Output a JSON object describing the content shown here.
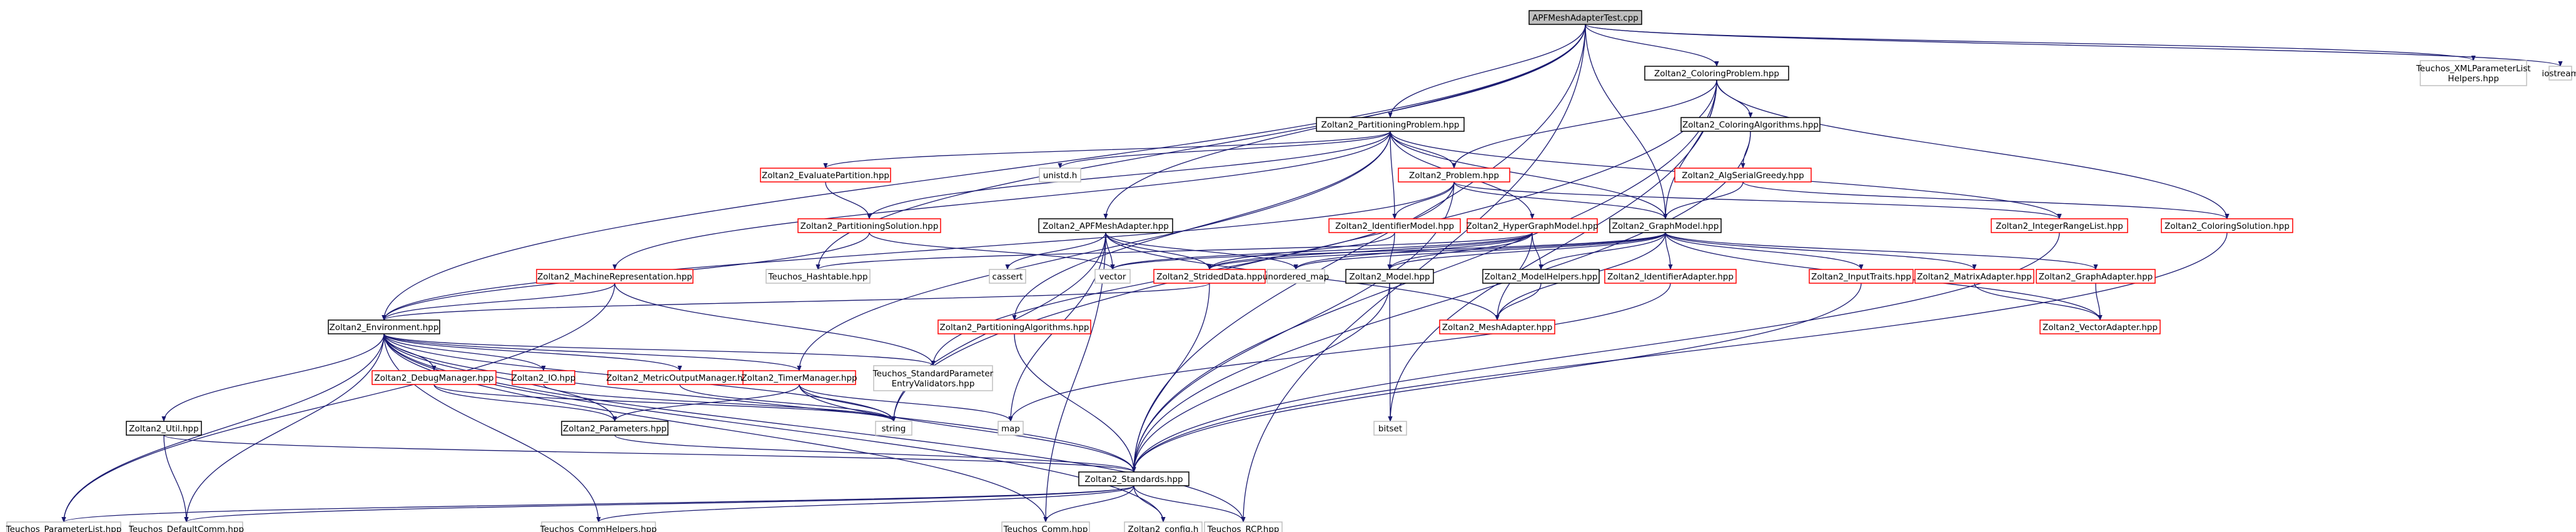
{
  "colors": {
    "edge": "#191970",
    "border_default": "#000000",
    "border_red": "#ff0000",
    "border_grey": "#bfbfbf",
    "fill_default": "#ffffff",
    "fill_root": "#bfbfbf"
  },
  "nodes": [
    {
      "id": "root",
      "label": "APFMeshAdapterTest.cpp",
      "kind": "root"
    },
    {
      "id": "coloringProblem",
      "label": "Zoltan2_ColoringProblem.hpp",
      "kind": "normal"
    },
    {
      "id": "teuchosXML",
      "label": [
        "Teuchos_XMLParameterList",
        "Helpers.hpp"
      ],
      "kind": "grey"
    },
    {
      "id": "iostream",
      "label": "iostream",
      "kind": "grey"
    },
    {
      "id": "partitioningProblem",
      "label": "Zoltan2_PartitioningProblem.hpp",
      "kind": "normal"
    },
    {
      "id": "coloringAlgorithms",
      "label": "Zoltan2_ColoringAlgorithms.hpp",
      "kind": "normal"
    },
    {
      "id": "evaluatePartition",
      "label": "Zoltan2_EvaluatePartition.hpp",
      "kind": "red"
    },
    {
      "id": "problem",
      "label": "Zoltan2_Problem.hpp",
      "kind": "red"
    },
    {
      "id": "unistd",
      "label": "unistd.h",
      "kind": "grey"
    },
    {
      "id": "algSerialGreedy",
      "label": "Zoltan2_AlgSerialGreedy.hpp",
      "kind": "red"
    },
    {
      "id": "partitioningSolution",
      "label": "Zoltan2_PartitioningSolution.hpp",
      "kind": "red"
    },
    {
      "id": "apfMeshAdapter",
      "label": "Zoltan2_APFMeshAdapter.hpp",
      "kind": "normal"
    },
    {
      "id": "identifierModel",
      "label": "Zoltan2_IdentifierModel.hpp",
      "kind": "red"
    },
    {
      "id": "hyperGraphModel",
      "label": "Zoltan2_HyperGraphModel.hpp",
      "kind": "red"
    },
    {
      "id": "graphModel",
      "label": "Zoltan2_GraphModel.hpp",
      "kind": "normal"
    },
    {
      "id": "integerRangeList",
      "label": "Zoltan2_IntegerRangeList.hpp",
      "kind": "red"
    },
    {
      "id": "coloringSolution",
      "label": "Zoltan2_ColoringSolution.hpp",
      "kind": "red"
    },
    {
      "id": "machineRep",
      "label": "Zoltan2_MachineRepresentation.hpp",
      "kind": "red"
    },
    {
      "id": "hashtable",
      "label": "Teuchos_Hashtable.hpp",
      "kind": "grey"
    },
    {
      "id": "cassert",
      "label": "cassert",
      "kind": "grey"
    },
    {
      "id": "vector",
      "label": "vector",
      "kind": "grey"
    },
    {
      "id": "stridedData",
      "label": "Zoltan2_StridedData.hpp",
      "kind": "red"
    },
    {
      "id": "unorderedMap",
      "label": "unordered_map",
      "kind": "grey"
    },
    {
      "id": "model",
      "label": "Zoltan2_Model.hpp",
      "kind": "normal"
    },
    {
      "id": "modelHelpers",
      "label": "Zoltan2_ModelHelpers.hpp",
      "kind": "normal"
    },
    {
      "id": "identifierAdapter",
      "label": "Zoltan2_IdentifierAdapter.hpp",
      "kind": "red"
    },
    {
      "id": "inputTraits",
      "label": "Zoltan2_InputTraits.hpp",
      "kind": "red"
    },
    {
      "id": "matrixAdapter",
      "label": "Zoltan2_MatrixAdapter.hpp",
      "kind": "red"
    },
    {
      "id": "graphAdapter",
      "label": "Zoltan2_GraphAdapter.hpp",
      "kind": "red"
    },
    {
      "id": "partitioningAlgorithms",
      "label": "Zoltan2_PartitioningAlgorithms.hpp",
      "kind": "red"
    },
    {
      "id": "environment",
      "label": "Zoltan2_Environment.hpp",
      "kind": "normal"
    },
    {
      "id": "meshAdapter",
      "label": "Zoltan2_MeshAdapter.hpp",
      "kind": "red"
    },
    {
      "id": "vectorAdapter",
      "label": "Zoltan2_VectorAdapter.hpp",
      "kind": "red"
    },
    {
      "id": "teuchosStdParam",
      "label": [
        "Teuchos_StandardParameter",
        "EntryValidators.hpp"
      ],
      "kind": "grey"
    },
    {
      "id": "debugManager",
      "label": "Zoltan2_DebugManager.hpp",
      "kind": "red"
    },
    {
      "id": "io",
      "label": "Zoltan2_IO.hpp",
      "kind": "red"
    },
    {
      "id": "metricOutput",
      "label": "Zoltan2_MetricOutputManager.hpp",
      "kind": "red"
    },
    {
      "id": "timerManager",
      "label": "Zoltan2_TimerManager.hpp",
      "kind": "red"
    },
    {
      "id": "parameters",
      "label": "Zoltan2_Parameters.hpp",
      "kind": "normal"
    },
    {
      "id": "string",
      "label": "string",
      "kind": "grey"
    },
    {
      "id": "map",
      "label": "map",
      "kind": "grey"
    },
    {
      "id": "bitset",
      "label": "bitset",
      "kind": "grey"
    },
    {
      "id": "util",
      "label": "Zoltan2_Util.hpp",
      "kind": "normal"
    },
    {
      "id": "standards",
      "label": "Zoltan2_Standards.hpp",
      "kind": "normal"
    },
    {
      "id": "teuchosParamList",
      "label": "Teuchos_ParameterList.hpp",
      "kind": "grey"
    },
    {
      "id": "teuchosDefaultComm",
      "label": "Teuchos_DefaultComm.hpp",
      "kind": "grey"
    },
    {
      "id": "teuchosCommHelpers",
      "label": "Teuchos_CommHelpers.hpp",
      "kind": "grey"
    },
    {
      "id": "teuchosComm",
      "label": "Teuchos_Comm.hpp",
      "kind": "grey"
    },
    {
      "id": "zoltan2Config",
      "label": "Zoltan2_config.h",
      "kind": "grey"
    },
    {
      "id": "teuchosRCP",
      "label": "Teuchos_RCP.hpp",
      "kind": "grey"
    }
  ]
}
